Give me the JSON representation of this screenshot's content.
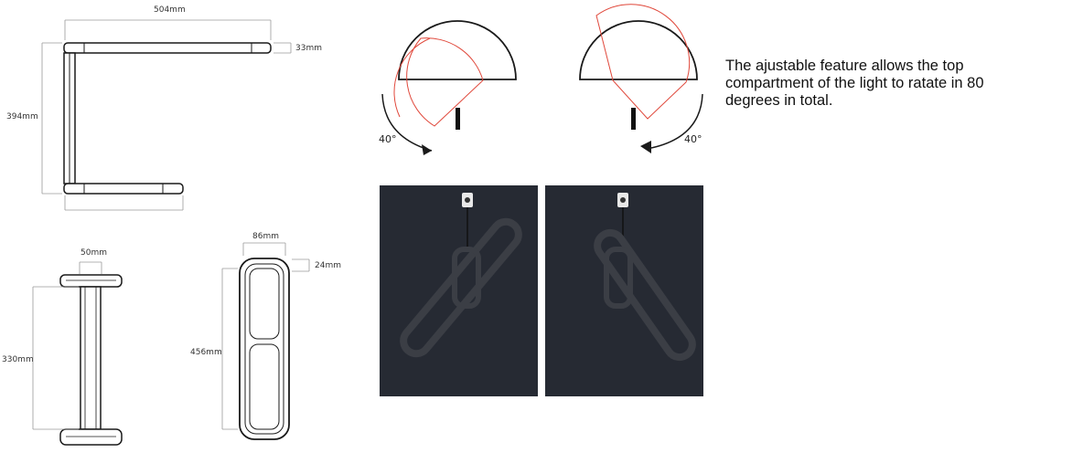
{
  "dimensions": {
    "side_width": "504mm",
    "top_thickness": "33mm",
    "side_height": "394mm",
    "front_top_width": "50mm",
    "front_height": "330mm",
    "back_width": "86mm",
    "back_thickness": "24mm",
    "back_height": "456mm"
  },
  "rotation": {
    "left_angle": "40°",
    "right_angle": "40°"
  },
  "description": "The ajustable feature allows the top compartment of the light to ratate in 80 degrees in total.",
  "colors": {
    "outline": "#1a1a1a",
    "rotated_outline": "#e0473a",
    "dimension_line": "#9a9a9a",
    "photo_background": "#262a33",
    "lamp_ring": "#3b3e45"
  }
}
